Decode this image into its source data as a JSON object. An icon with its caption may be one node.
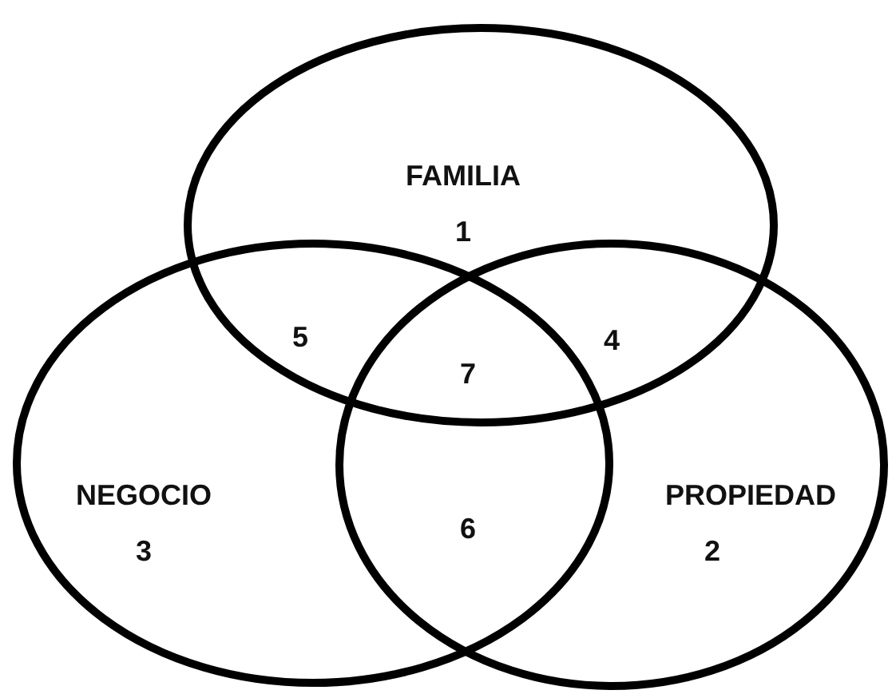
{
  "diagram": {
    "nodes": [
      {
        "text": [
          "FAMILIA",
          "1"
        ]
      },
      {
        "text": [
          "NEGOCIO",
          "3"
        ]
      },
      {
        "text": [
          "PROPIEDAD",
          "2"
        ]
      }
    ],
    "edges": [],
    "labels": [
      "5",
      "7",
      "4",
      "6"
    ]
  }
}
